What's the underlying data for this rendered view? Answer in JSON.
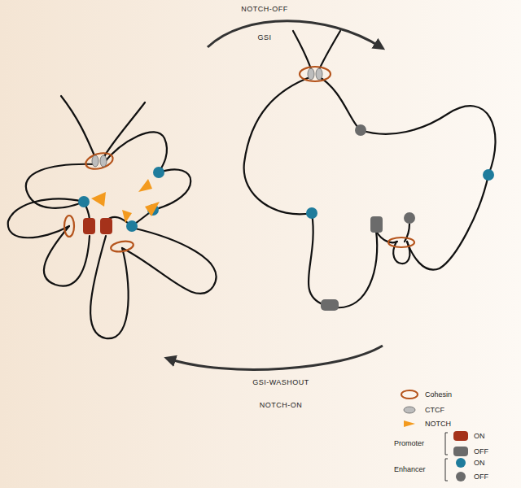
{
  "diagram": {
    "labels": [
      "NOTCH-OFF",
      "GSI",
      "GSI-WASHOUT",
      "NOTCH-ON"
    ],
    "legend": [
      {
        "text": "Cohesin"
      },
      {
        "text": "CTCF"
      },
      {
        "text": "NOTCH"
      },
      {
        "text": "Promoter"
      },
      {
        "text": "ON",
        "color": "#a5321a"
      },
      {
        "text": "OFF",
        "color": "#6b6b6b"
      },
      {
        "text": "Enhancer"
      },
      {
        "text": "ON",
        "color": "#1f7c9c"
      },
      {
        "text": "OFF",
        "color": "#6b6b6b"
      }
    ]
  }
}
